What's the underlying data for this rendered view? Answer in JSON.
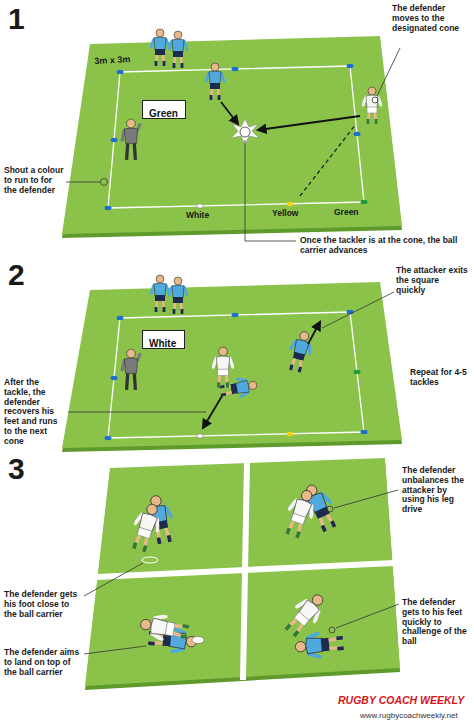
{
  "diagram": {
    "nodes": [
      {
        "text": [
          "Green"
        ]
      },
      {
        "text": [
          "White"
        ]
      }
    ],
    "labels": [
      "1",
      "3m x 3m",
      "The defender moves to the designated cone",
      "Shout a colour to run to for the defender",
      "Once the tackler is at the cone, the ball carrier advances",
      "White",
      "Yellow",
      "Green",
      "2",
      "The attacker exits the square quickly",
      "Repeat for 4-5 tackles",
      "After the tackle, the defender recovers his feet and runs to the next cone",
      "3",
      "The defender unbalances the attacker by using his leg drive",
      "The defender gets his foot close to the ball carrier",
      "The defender aims to land on top of the ball carrier",
      "The defender gets to his feet quickly to challenge of the ball",
      "RUGBY COACH WEEKLY",
      "www.rugbycoachweekly.net"
    ]
  }
}
